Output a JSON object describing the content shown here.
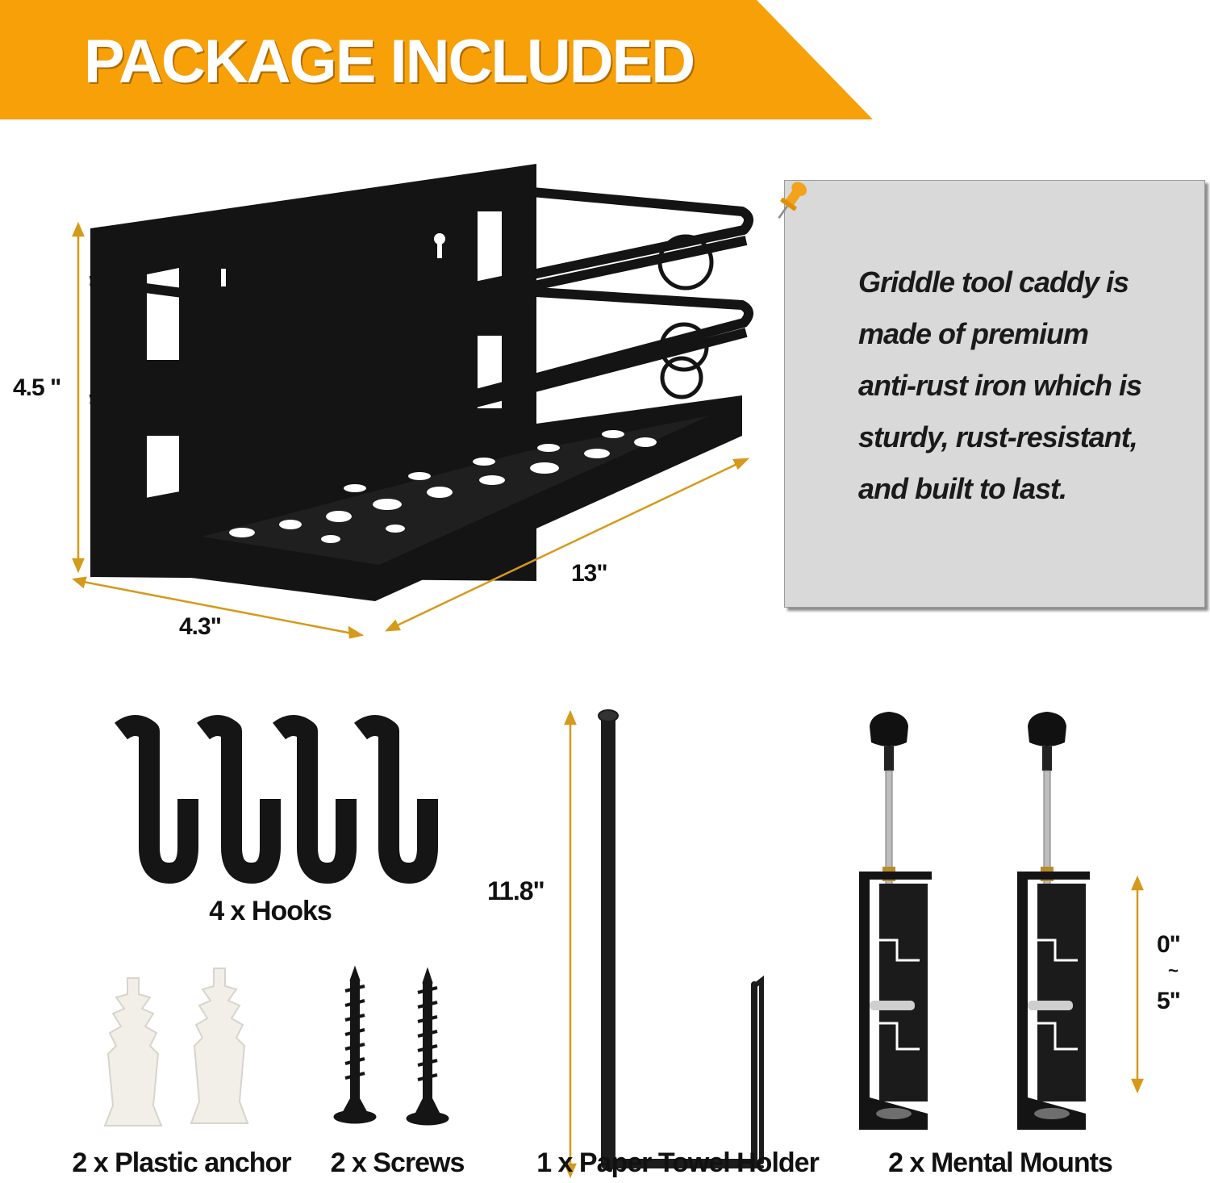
{
  "banner": {
    "title": "PACKAGE INCLUDED",
    "color": "#f7a008"
  },
  "note": {
    "lines": [
      "Griddle tool caddy is",
      "made of premium",
      "anti-rust iron which is",
      "sturdy, rust-resistant,",
      "and built to last."
    ],
    "pin_icon": "pushpin-icon"
  },
  "dimensions": {
    "height": "4.5 \"",
    "depth": "4.3\"",
    "length": "13\"",
    "towel_height": "11.8\"",
    "mount_range_top": "0\"",
    "mount_range_sep": "~",
    "mount_range_bottom": "5\""
  },
  "items": {
    "hooks": "4 x Hooks",
    "anchors": "2 x Plastic anchor",
    "screws": "2 x Screws",
    "towel_holder": "1 x Paper Towel Holder",
    "mounts": "2 x Mental Mounts"
  },
  "colors": {
    "accent": "#f7a008",
    "arrow": "#d59a1a",
    "product": "#111111"
  }
}
